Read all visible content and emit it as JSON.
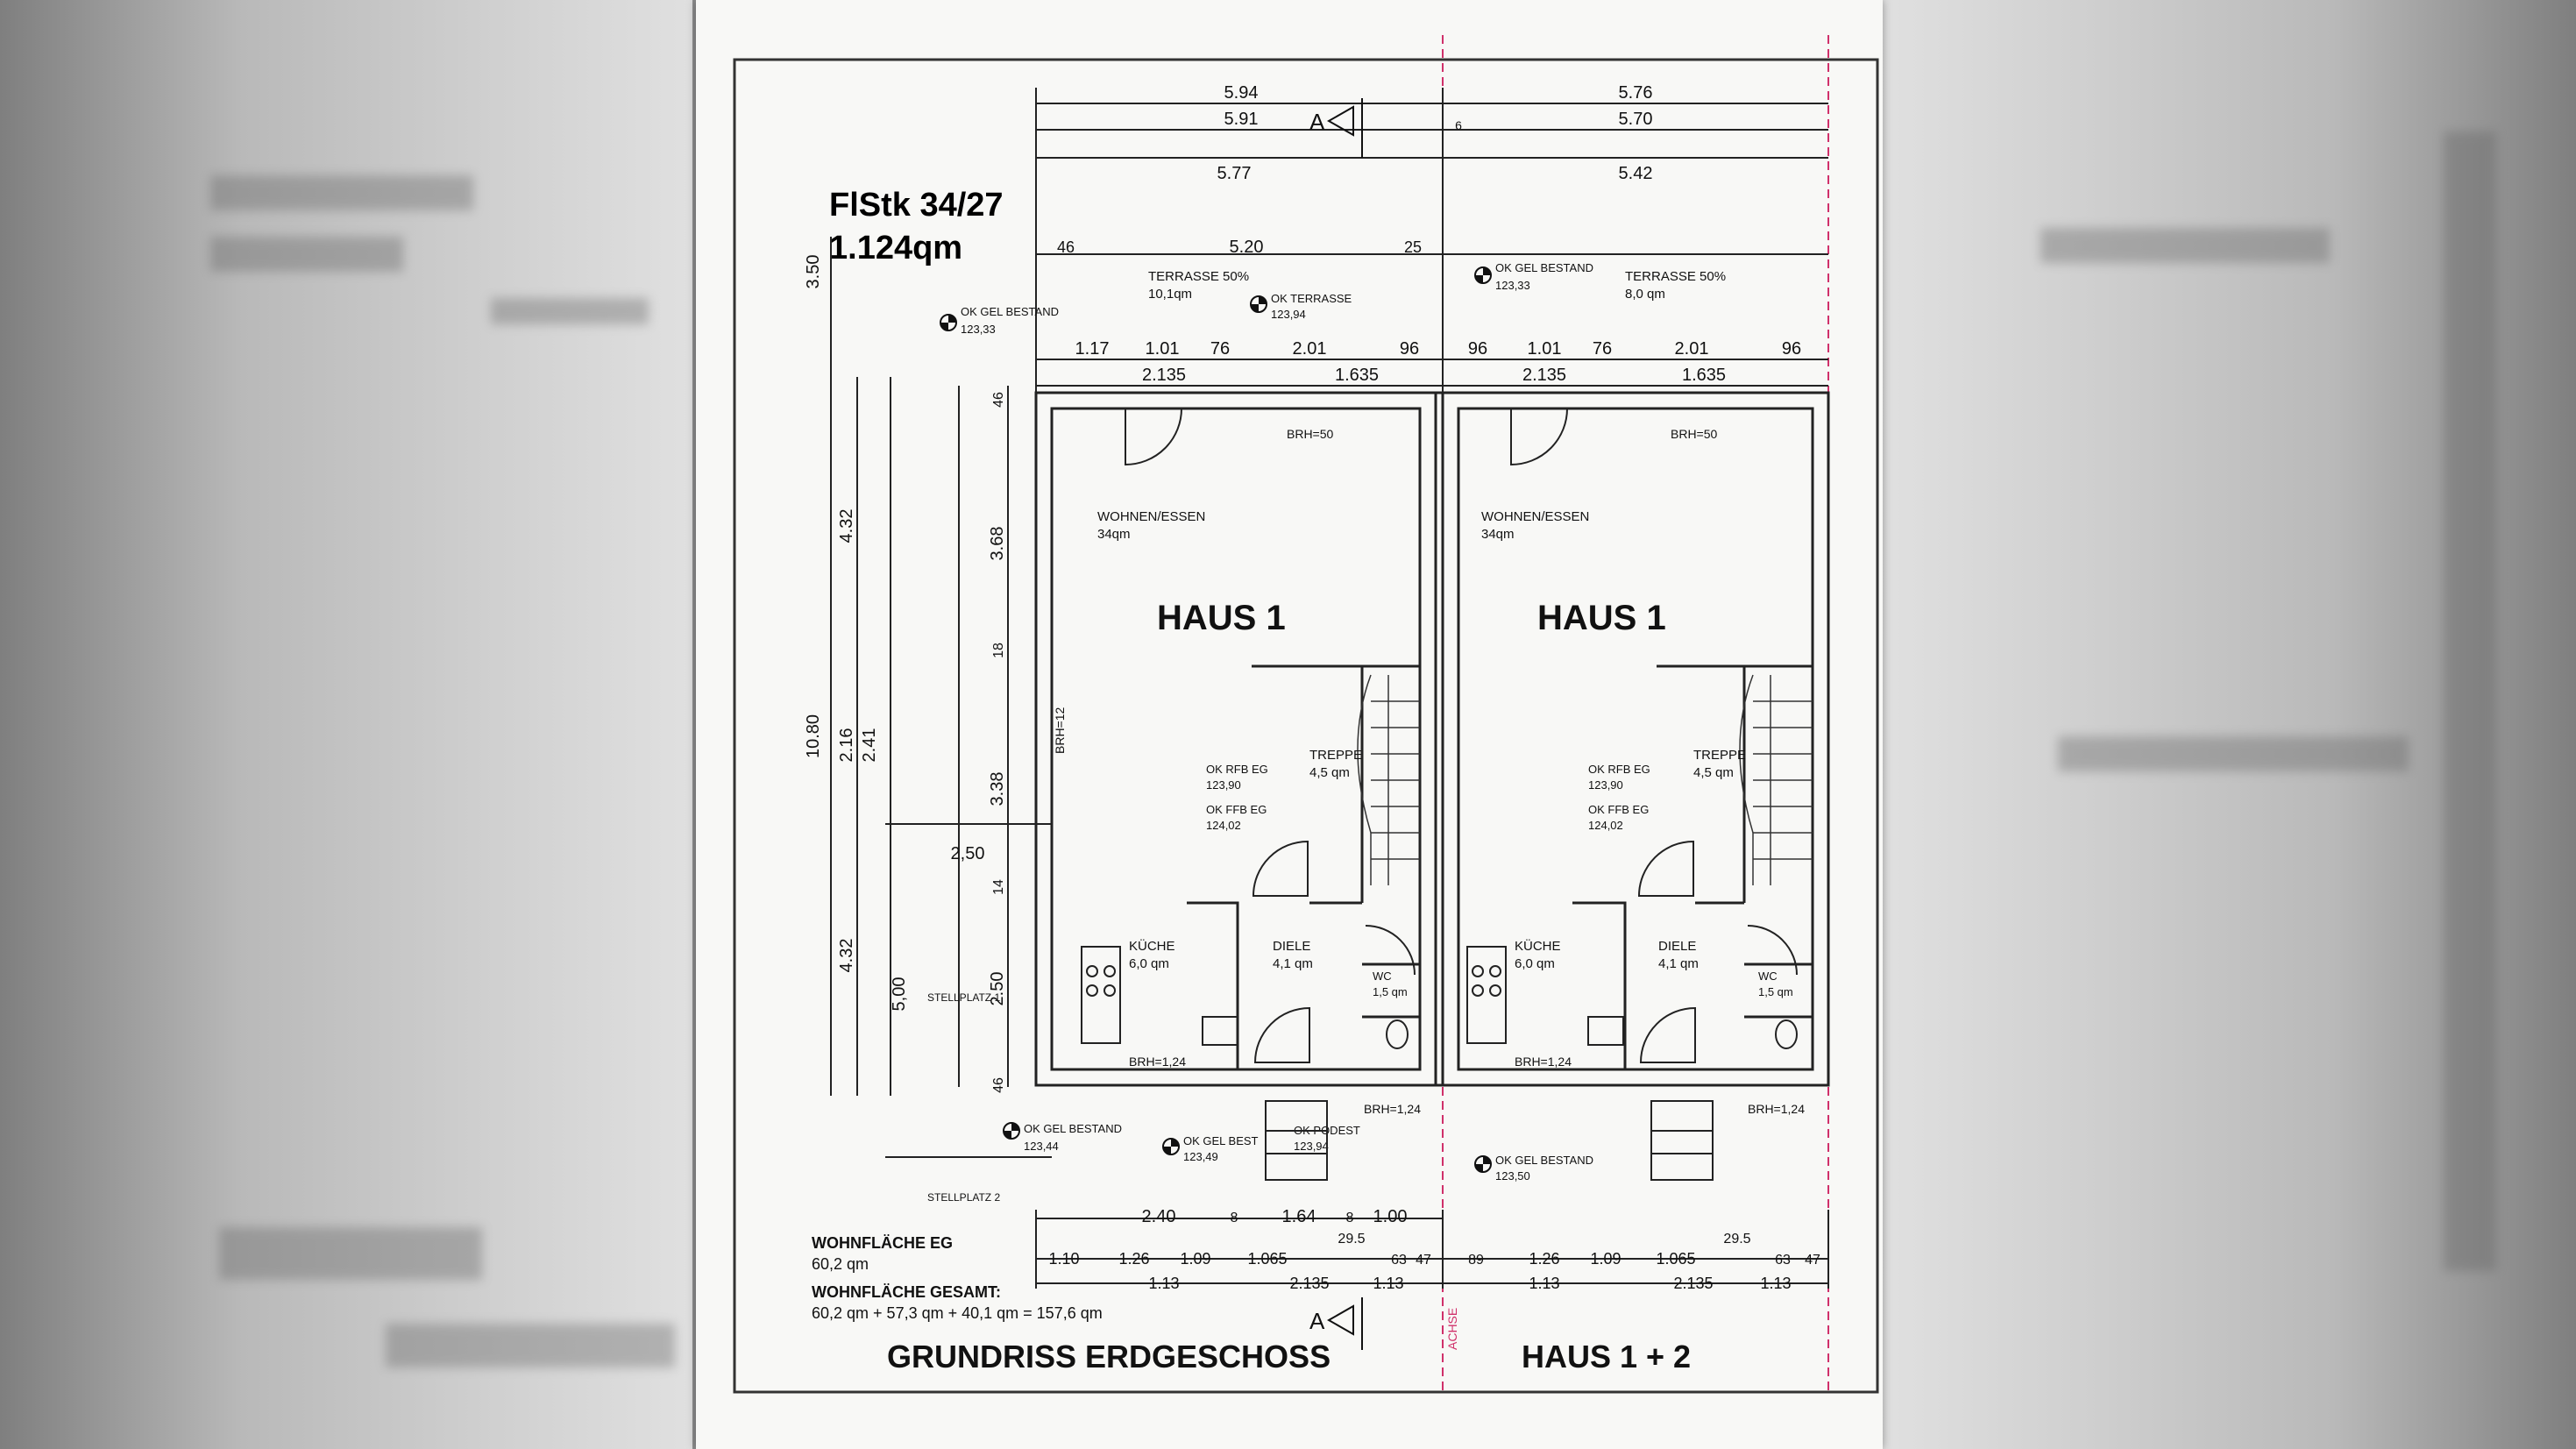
{
  "plot": {
    "id": "FlStk 34/27",
    "area": "1.124qm"
  },
  "living_area": {
    "eg_label": "WOHNFLÄCHE EG",
    "eg_value": "60,2 qm",
    "total_label": "WOHNFLÄCHE GESAMT:",
    "total_calc": "60,2 qm + 57,3 qm + 40,1 qm = 157,6 qm"
  },
  "titles": {
    "drawing": "GRUNDRISS ERDGESCHOSS",
    "houses": "HAUS 1 + 2",
    "axis": "ACHSE",
    "section_mark": "A"
  },
  "houses": [
    {
      "name": "HAUS 1",
      "living": "WOHNEN/ESSEN",
      "living_area": "34qm",
      "stairs": "TREPPE",
      "stairs_area": "4,5 qm",
      "kitchen": "KÜCHE",
      "kitchen_area": "6,0 qm",
      "hall": "DIELE",
      "hall_area": "4,1 qm",
      "wc": "WC",
      "wc_area": "1,5 qm",
      "terrace": "TERRASSE 50%",
      "terrace_area": "10,1qm",
      "brh_top": "BRH=50",
      "brh_side": "BRH=12",
      "brh_bottom": "BRH=1,24",
      "brh_bottom2": "BRH=1,24",
      "rfb": "OK RFB EG",
      "rfb_val": "123,90",
      "ffb": "OK FFB EG",
      "ffb_val": "124,02"
    },
    {
      "name": "HAUS 1",
      "living": "WOHNEN/ESSEN",
      "living_area": "34qm",
      "stairs": "TREPPE",
      "stairs_area": "4,5 qm",
      "kitchen": "KÜCHE",
      "kitchen_area": "6,0 qm",
      "hall": "DIELE",
      "hall_area": "4,1 qm",
      "wc": "WC",
      "wc_area": "1,5 qm",
      "terrace": "TERRASSE 50%",
      "terrace_area": "8,0 qm",
      "brh_top": "BRH=50",
      "brh_bottom": "BRH=1,24",
      "brh_bottom2": "BRH=1,24",
      "rfb": "OK RFB EG",
      "rfb_val": "123,90",
      "ffb": "OK FFB EG",
      "ffb_val": "124,02"
    }
  ],
  "levels": [
    {
      "label": "OK GEL BESTAND",
      "value": "123,33"
    },
    {
      "label": "OK TERRASSE",
      "value": "123,94"
    },
    {
      "label": "OK GEL BESTAND",
      "value": "123,33"
    },
    {
      "label": "OK GEL BESTAND",
      "value": "123,44"
    },
    {
      "label": "OK GEL BEST",
      "value": "123,49"
    },
    {
      "label": "OK PODEST",
      "value": "123,94"
    },
    {
      "label": "OK GEL BESTAND",
      "value": "123,50"
    }
  ],
  "parking": {
    "space1": "STELLPLATZ 1",
    "space2": "STELLPLATZ 2",
    "width": "2,50",
    "length": "5,00"
  },
  "dims_top": {
    "row1": [
      "5.94",
      "5.76"
    ],
    "row2": [
      "5.91",
      "6",
      "5.70"
    ],
    "row3": [
      "5.77",
      "5.42"
    ],
    "row4": [
      "46",
      "5.20",
      "25"
    ],
    "row5": [
      "1.17",
      "1.01",
      "76",
      "2.01",
      "96",
      "96",
      "1.01",
      "76",
      "2.01",
      "96"
    ],
    "row6": [
      "2.135",
      "1.635",
      "2.135",
      "1.635"
    ]
  },
  "dims_left_inner": [
    "46",
    "3.68",
    "18",
    "3.38",
    "14",
    "2.50",
    "46"
  ],
  "dims_left_outer": [
    "3.50",
    "4.32",
    "10.80",
    "2.16",
    "2.41",
    "4.32"
  ],
  "dims_bottom": {
    "row1": [
      "2.40",
      "8",
      "1.64",
      "8",
      "1.00",
      "29.5",
      "29.5"
    ],
    "row2": [
      "1.10",
      "1.26",
      "1.09",
      "1.065",
      "63",
      "47",
      "89",
      "1.26",
      "1.09",
      "1.065",
      "63",
      "47"
    ],
    "row3": [
      "1.13",
      "2.135",
      "1.13",
      "1.13",
      "2.135",
      "1.13"
    ]
  }
}
